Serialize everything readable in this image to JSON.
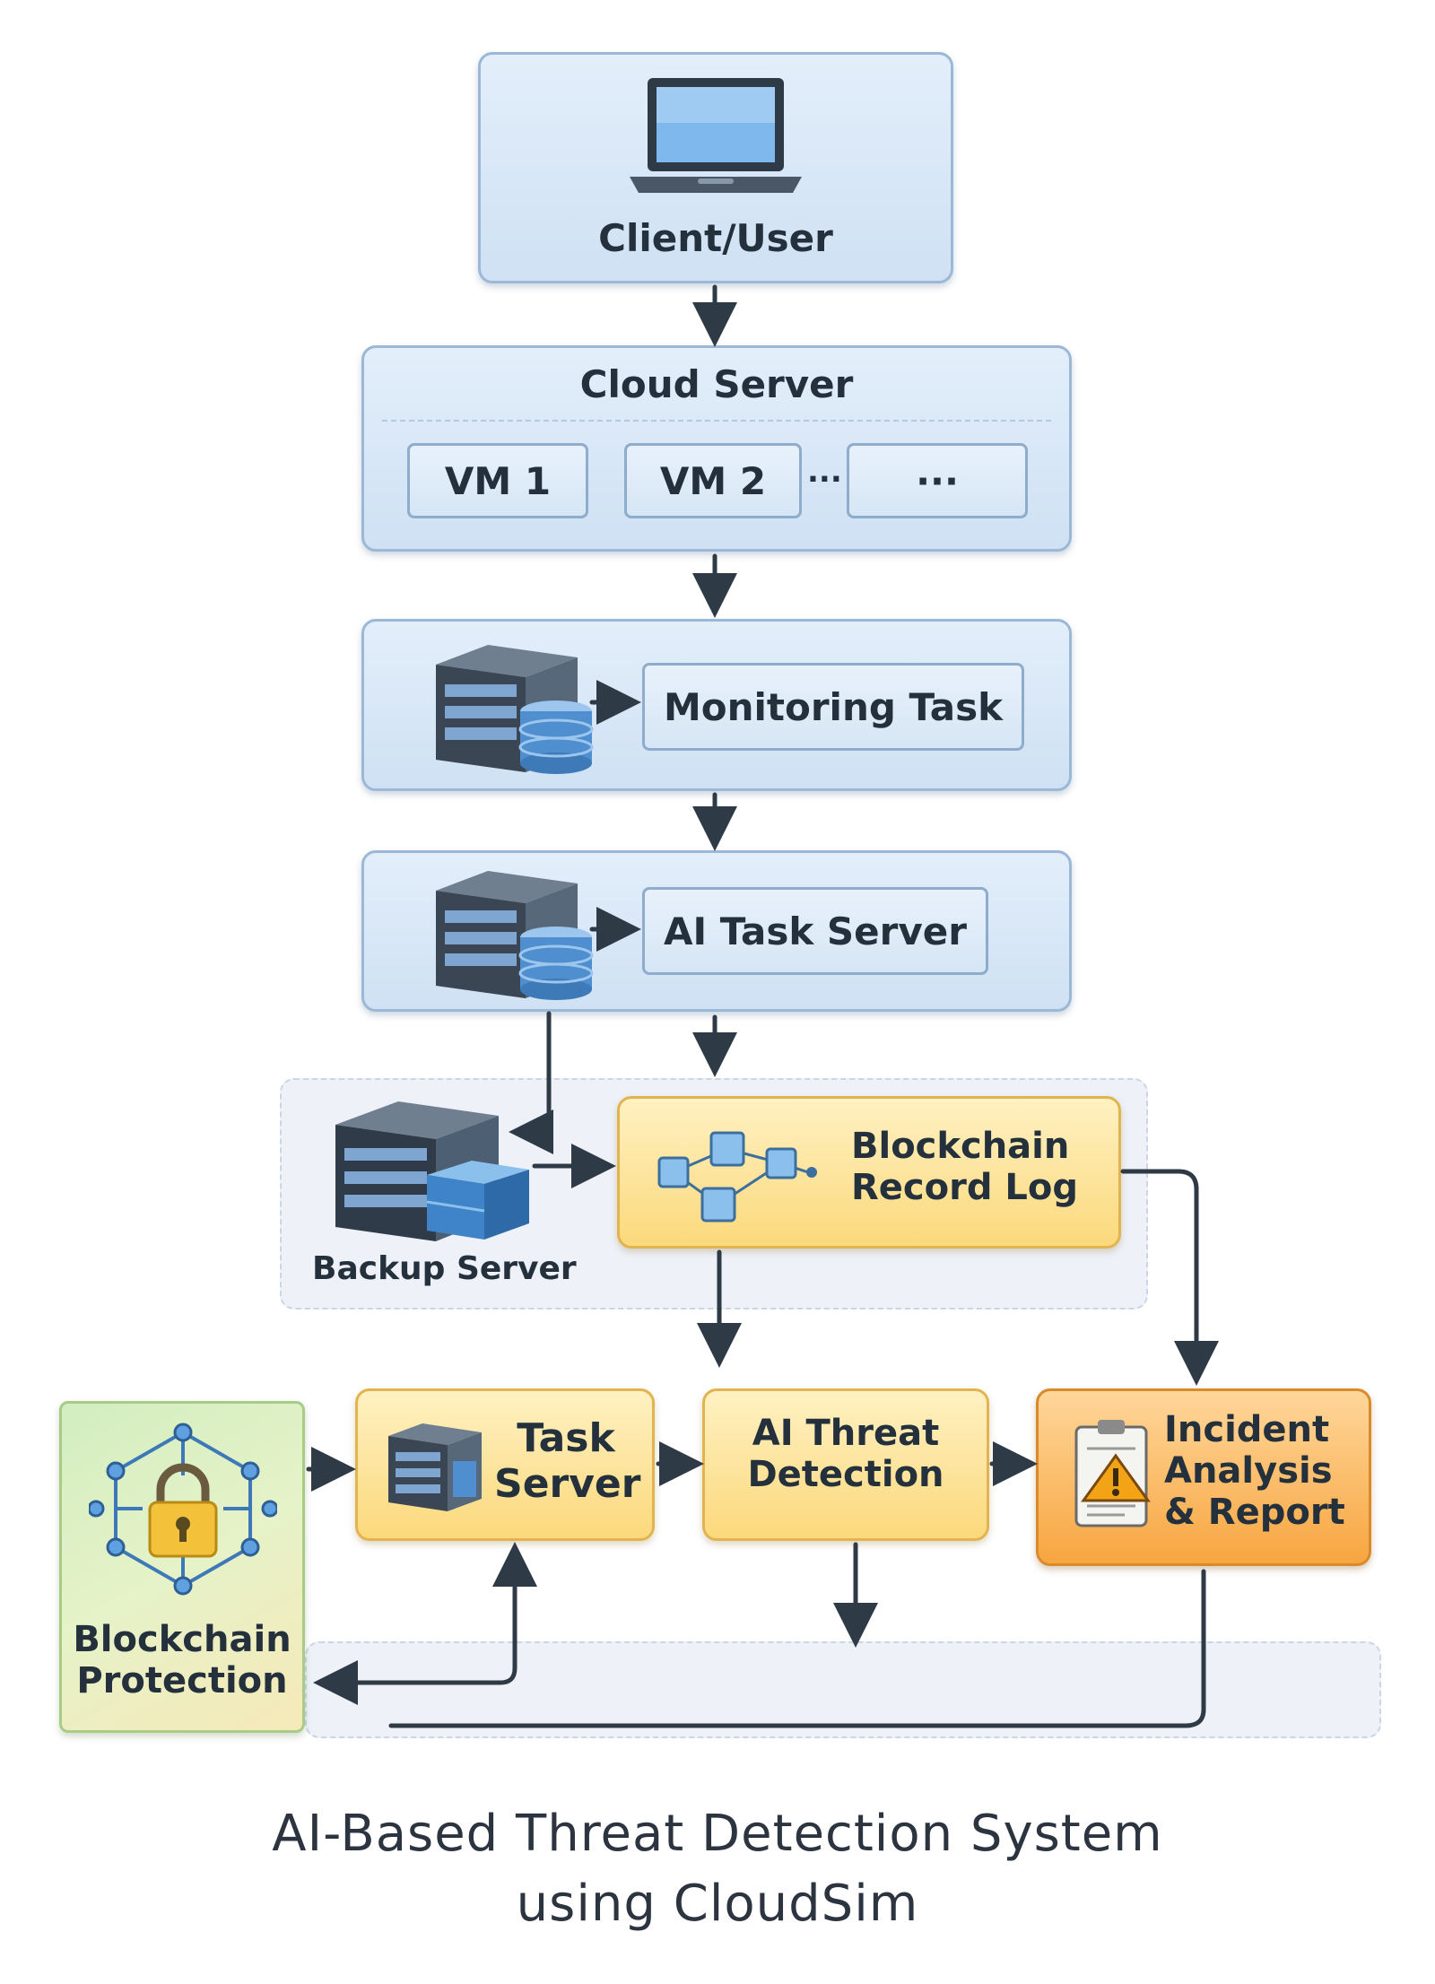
{
  "nodes": {
    "client": "Client/User",
    "cloud_server": "Cloud Server",
    "vm1": "VM 1",
    "vm2": "VM 2",
    "vm_sep": "...",
    "vm_more": "···",
    "monitoring": "Monitoring Task",
    "ai_task_server": "AI Task Server",
    "backup_server": "Backup Server",
    "blockchain_log": "Blockchain Record Log",
    "task_server": "Task Server",
    "ai_threat": "AI Threat Detection",
    "incident": "Incident Analysis & Report",
    "blockchain_protection": "Blockchain Protection"
  },
  "caption": {
    "line1": "AI-Based Threat Detection System",
    "line2": "using CloudSim"
  },
  "colors": {
    "blue_box": "#d6e6f5",
    "yellow_box": "#fbd97c",
    "orange_box": "#f7a640",
    "green_box": "#d8efc2",
    "arrow": "#2e3a46"
  }
}
